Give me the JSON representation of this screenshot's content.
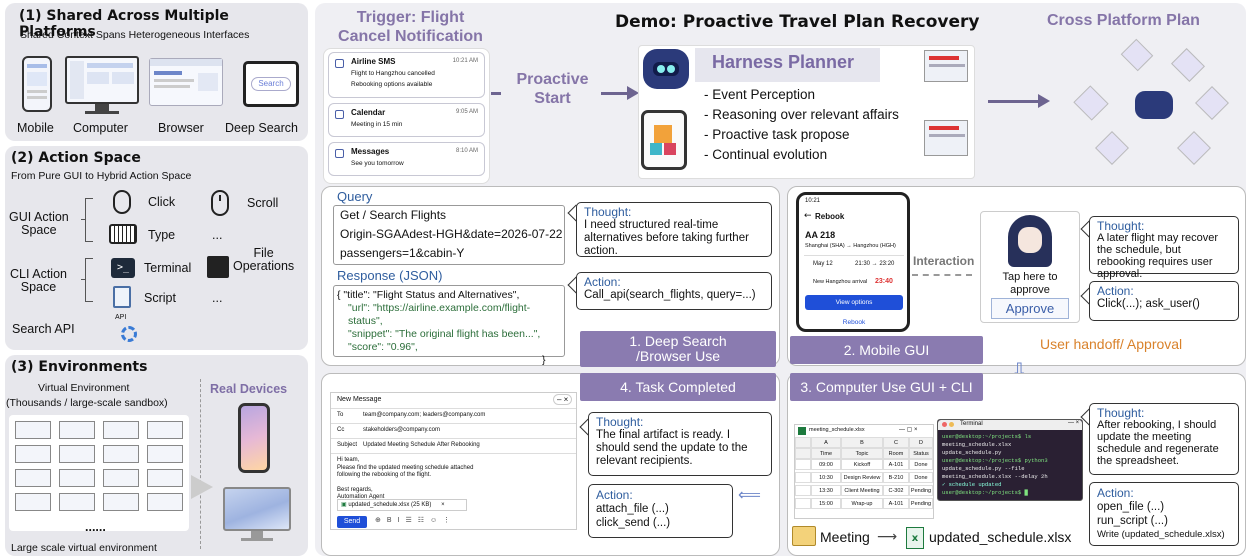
{
  "p1": {
    "title": "(1) Shared Across Multiple Platforms",
    "subtitle": "Shared Context Spans Heterogeneous Interfaces",
    "labels": [
      "Mobile",
      "Computer",
      "Browser",
      "Deep Search"
    ],
    "search_word": "Search"
  },
  "p2": {
    "title": "(2) Action Space",
    "subtitle": "From Pure GUI to Hybrid Action Space",
    "gui": "GUI Action\nSpace",
    "cli": "CLI Action\nSpace",
    "click": "Click",
    "scroll": "Scroll",
    "type": "Type",
    "dots1": "...",
    "terminal": "Terminal",
    "file_ops": "File\nOperations",
    "script": "Script",
    "dots2": "...",
    "search_api": "Search API",
    "api": "API"
  },
  "p3": {
    "title": "(3) Environments",
    "virtual": "Virtual Environment",
    "virtual_sub": "(Thousands / large-scale sandbox)",
    "real": "Real Devices",
    "dots": "......",
    "bottom": "Large scale virtual environment"
  },
  "top": {
    "trigger": "Trigger: Flight\nCancel Notification",
    "demo_title": "Demo: Proactive Travel Plan Recovery",
    "cross": "Cross Platform Plan",
    "proactive": "Proactive\nStart",
    "planner": "Harness Planner",
    "planner_items": [
      "- Event Perception",
      "- Reasoning over relevant affairs",
      "- Proactive task propose",
      "- Continual evolution"
    ]
  },
  "notifs": [
    {
      "app": "Airline SMS",
      "time": "10:21 AM",
      "line1": "Flight to Hangzhou cancelled",
      "line2": "Rebooking options available"
    },
    {
      "app": "Calendar",
      "time": "9:05 AM",
      "line1": "Meeting in 15 min",
      "line2": ""
    },
    {
      "app": "Messages",
      "time": "8:10 AM",
      "line1": "See you tomorrow",
      "line2": ""
    }
  ],
  "step1": {
    "query_label": "Query",
    "query_lines": [
      "Get / Search Flights",
      "Origin-SGAAdest-HGH&date=2026-07-22",
      "passengers=1&cabin-Y"
    ],
    "response_label": "Response (JSON)",
    "json_lines": [
      "{ \"title\": \"Flight Status and Alternatives\",",
      "\"url\": \"https://airline.example.com/flight-",
      "status\",",
      "\"snippet\": \"The original flight has been...\",",
      "\"score\": \"0.96\",",
      "}"
    ],
    "thought_h": "Thought:",
    "thought": "I need structured real-time alternatives before taking further action.",
    "action_h": "Action:",
    "action": "Call_api(search_flights, query=...)",
    "bar": "1. Deep Search\n/Browser Use"
  },
  "step2": {
    "phone_time": "10:21",
    "rebook": "Rebook",
    "flight": "AA 218",
    "route": "Shanghai (SHA) → Hangzhou (HGH)",
    "date": "May 12",
    "times": "21:30 → 23:20",
    "arrival": "New Hangzhou arrival",
    "arrival_time": "23:40",
    "view": "View options",
    "rebook_btn": "Rebook",
    "interaction": "Interaction",
    "tap": "Tap here to\napprove",
    "approve": "Approve",
    "thought_h": "Thought:",
    "thought": "A later flight may recover the schedule, but rebooking requires user approval.",
    "action_h": "Action:",
    "action": "Click(...); ask_user()",
    "bar": "2. Mobile GUI",
    "handoff": "User handoff/ Approval"
  },
  "step3": {
    "bar": "3. Computer Use GUI + CLI",
    "sheet_title": "meeting_schedule.xlsx",
    "cols": [
      "A",
      "B",
      "C",
      "D"
    ],
    "headers": [
      "Time",
      "Topic",
      "Room",
      "Status"
    ],
    "rows": [
      [
        "09:00",
        "Kickoff",
        "A-101",
        "Done"
      ],
      [
        "10:30",
        "Design Review",
        "B-210",
        "Done"
      ],
      [
        "13:30",
        "Client Meeting",
        "C-302",
        "Pending"
      ],
      [
        "15:00",
        "Wrap-up",
        "A-101",
        "Pending"
      ]
    ],
    "term_title": "Terminal",
    "term_lines": [
      "user@desktop:~/projects$ ls",
      "meeting_schedule.xlsx",
      "update_schedule.py",
      "user@desktop:~/projects$ python3",
      "update_schedule.py --file",
      "meeting_schedule.xlsx --delay 2h",
      "✓ schedule updated",
      "user@desktop:~/projects$ █"
    ],
    "thought_h": "Thought:",
    "thought": "After rebooking, I should update the meeting schedule and regenerate the spreadsheet.",
    "action_h": "Action:",
    "actions": [
      "open_file (...)",
      "run_script (...)",
      "Write (updated_schedule.xlsx)"
    ],
    "folder": "Meeting",
    "outfile": "updated_schedule.xlsx"
  },
  "step4": {
    "bar": "4. Task Completed",
    "new_msg": "New Message",
    "to_l": "To",
    "to": "team@company.com; leaders@company.com",
    "cc_l": "Cc",
    "cc": "stakeholders@company.com",
    "subj_l": "Subject",
    "subj": "Updated Meeting Schedule After Rebooking",
    "body": [
      "Hi team,",
      "Please find the updated meeting schedule attached",
      "following the rebooking of the flight.",
      "",
      "Best regards,",
      "Automation Agent"
    ],
    "attach": "updated_schedule.xlsx (25 KB)",
    "send": "Send",
    "thought_h": "Thought:",
    "thought": "The final artifact is ready. I should send the update to the relevant recipients.",
    "action_h": "Action:",
    "actions": [
      "attach_file (...)",
      "click_send (...)"
    ]
  },
  "colors": {
    "purple": "#8a7bb0",
    "panel": "#e7e7ec",
    "orange": "#d9822b",
    "blue": "#2f5d9e"
  }
}
